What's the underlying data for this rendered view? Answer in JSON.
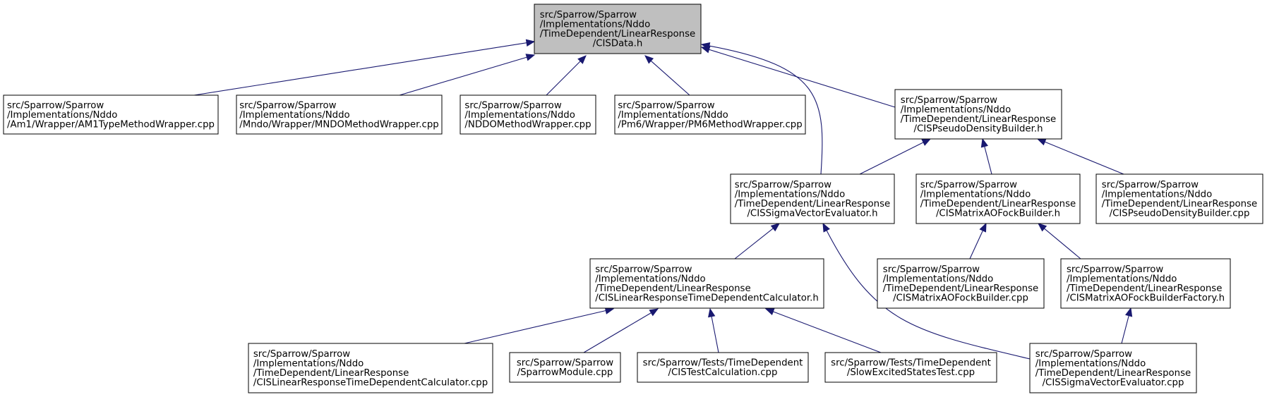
{
  "nodes": [
    {
      "id": "cisdata_h",
      "root": true,
      "lines": [
        "src/Sparrow/Sparrow",
        "/Implementations/Nddo",
        "/TimeDependent/LinearResponse",
        "/CISData.h"
      ]
    },
    {
      "id": "am1_wrapper_cpp",
      "lines": [
        "src/Sparrow/Sparrow",
        "/Implementations/Nddo",
        "/Am1/Wrapper/AM1TypeMethodWrapper.cpp"
      ]
    },
    {
      "id": "mndo_wrapper_cpp",
      "lines": [
        "src/Sparrow/Sparrow",
        "/Implementations/Nddo",
        "/Mndo/Wrapper/MNDOMethodWrapper.cpp"
      ]
    },
    {
      "id": "nddo_wrapper_cpp",
      "lines": [
        "src/Sparrow/Sparrow",
        "/Implementations/Nddo",
        "/NDDOMethodWrapper.cpp"
      ]
    },
    {
      "id": "pm6_wrapper_cpp",
      "lines": [
        "src/Sparrow/Sparrow",
        "/Implementations/Nddo",
        "/Pm6/Wrapper/PM6MethodWrapper.cpp"
      ]
    },
    {
      "id": "cispseudo_h",
      "lines": [
        "src/Sparrow/Sparrow",
        "/Implementations/Nddo",
        "/TimeDependent/LinearResponse",
        "/CISPseudoDensityBuilder.h"
      ]
    },
    {
      "id": "cissigma_h",
      "lines": [
        "src/Sparrow/Sparrow",
        "/Implementations/Nddo",
        "/TimeDependent/LinearResponse",
        "/CISSigmaVectorEvaluator.h"
      ]
    },
    {
      "id": "cismatrix_h",
      "lines": [
        "src/Sparrow/Sparrow",
        "/Implementations/Nddo",
        "/TimeDependent/LinearResponse",
        "/CISMatrixAOFockBuilder.h"
      ]
    },
    {
      "id": "cispseudo_cpp",
      "lines": [
        "src/Sparrow/Sparrow",
        "/Implementations/Nddo",
        "/TimeDependent/LinearResponse",
        "/CISPseudoDensityBuilder.cpp"
      ]
    },
    {
      "id": "cislinear_h",
      "lines": [
        "src/Sparrow/Sparrow",
        "/Implementations/Nddo",
        "/TimeDependent/LinearResponse",
        "/CISLinearResponseTimeDependentCalculator.h"
      ]
    },
    {
      "id": "cismatrix_cpp",
      "lines": [
        "src/Sparrow/Sparrow",
        "/Implementations/Nddo",
        "/TimeDependent/LinearResponse",
        "/CISMatrixAOFockBuilder.cpp"
      ]
    },
    {
      "id": "cismatrix_factory_h",
      "lines": [
        "src/Sparrow/Sparrow",
        "/Implementations/Nddo",
        "/TimeDependent/LinearResponse",
        "/CISMatrixAOFockBuilderFactory.h"
      ]
    },
    {
      "id": "cislinear_cpp",
      "lines": [
        "src/Sparrow/Sparrow",
        "/Implementations/Nddo",
        "/TimeDependent/LinearResponse",
        "/CISLinearResponseTimeDependentCalculator.cpp"
      ]
    },
    {
      "id": "sparrowmodule_cpp",
      "lines": [
        "src/Sparrow/Sparrow",
        "/SparrowModule.cpp"
      ]
    },
    {
      "id": "cistestcalc_cpp",
      "lines": [
        "src/Sparrow/Tests/TimeDependent",
        "/CISTestCalculation.cpp"
      ]
    },
    {
      "id": "slowexcited_cpp",
      "lines": [
        "src/Sparrow/Tests/TimeDependent",
        "/SlowExcitedStatesTest.cpp"
      ]
    },
    {
      "id": "cissigma_cpp",
      "lines": [
        "src/Sparrow/Sparrow",
        "/Implementations/Nddo",
        "/TimeDependent/LinearResponse",
        "/CISSigmaVectorEvaluator.cpp"
      ]
    }
  ],
  "edges": [
    {
      "from": "am1_wrapper_cpp",
      "to": "cisdata_h"
    },
    {
      "from": "mndo_wrapper_cpp",
      "to": "cisdata_h"
    },
    {
      "from": "nddo_wrapper_cpp",
      "to": "cisdata_h"
    },
    {
      "from": "pm6_wrapper_cpp",
      "to": "cisdata_h"
    },
    {
      "from": "cispseudo_h",
      "to": "cisdata_h"
    },
    {
      "from": "cissigma_h",
      "to": "cisdata_h"
    },
    {
      "from": "cissigma_h",
      "to": "cispseudo_h"
    },
    {
      "from": "cismatrix_h",
      "to": "cispseudo_h"
    },
    {
      "from": "cispseudo_cpp",
      "to": "cispseudo_h"
    },
    {
      "from": "cislinear_h",
      "to": "cissigma_h"
    },
    {
      "from": "cissigma_cpp",
      "to": "cissigma_h"
    },
    {
      "from": "cismatrix_cpp",
      "to": "cismatrix_h"
    },
    {
      "from": "cismatrix_factory_h",
      "to": "cismatrix_h"
    },
    {
      "from": "cissigma_cpp",
      "to": "cismatrix_factory_h"
    },
    {
      "from": "cislinear_cpp",
      "to": "cislinear_h"
    },
    {
      "from": "sparrowmodule_cpp",
      "to": "cislinear_h"
    },
    {
      "from": "cistestcalc_cpp",
      "to": "cislinear_h"
    },
    {
      "from": "slowexcited_cpp",
      "to": "cislinear_h"
    }
  ],
  "colors": {
    "edge": "#191970",
    "root_fill": "#bfbfbf",
    "node_fill": "#ffffff",
    "node_border": "#000000"
  }
}
